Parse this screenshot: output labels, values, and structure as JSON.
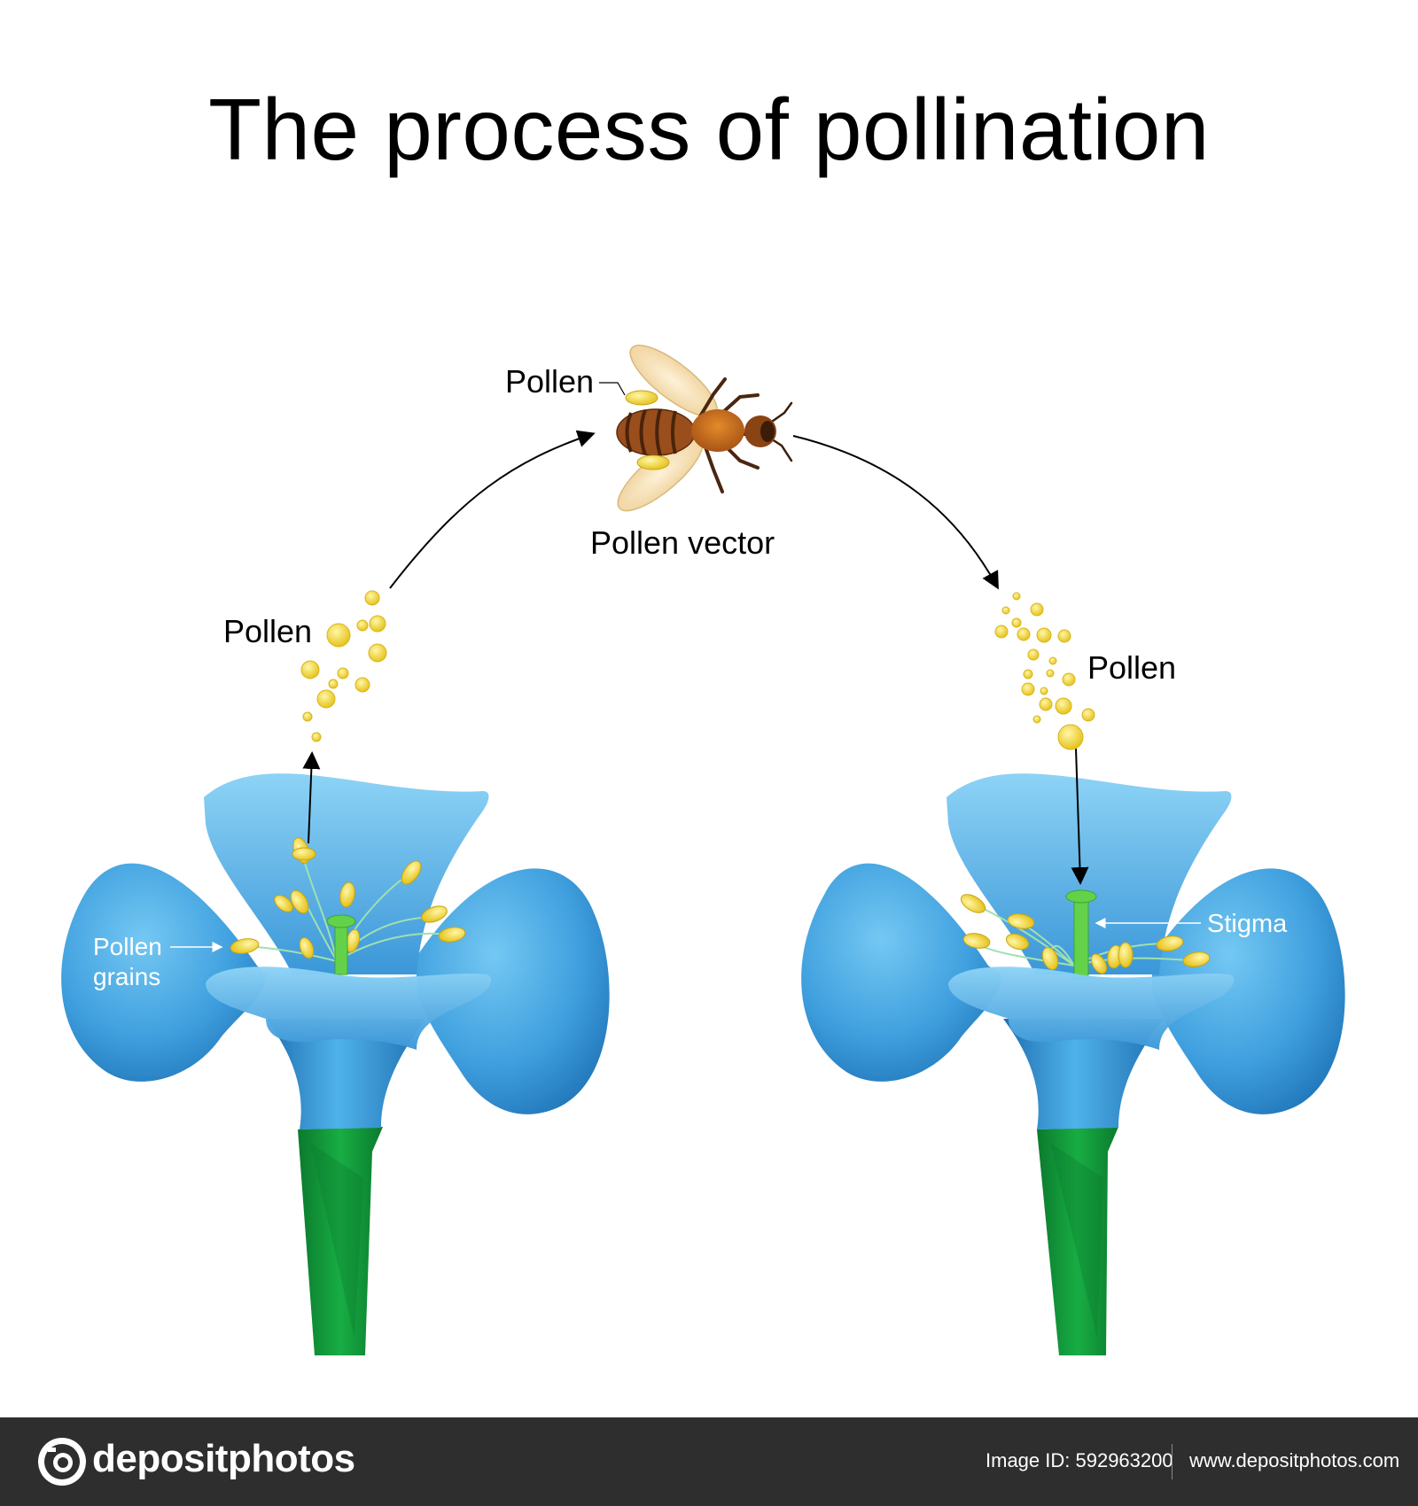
{
  "title": "The process of pollination",
  "labels": {
    "pollen_left": "Pollen",
    "pollen_bee": "Pollen",
    "pollen_vector": "Pollen vector",
    "pollen_right": "Pollen",
    "pollen_grains_line1": "Pollen",
    "pollen_grains_line2": "grains",
    "stigma": "Stigma"
  },
  "footer": {
    "brand": "depositphotos",
    "image_id": "Image ID: 592963200",
    "url": "www.depositphotos.com"
  },
  "colors": {
    "petal": "#3f9fde",
    "petal_light": "#6cc4f2",
    "petal_dark": "#1f74b8",
    "stem": "#15a23f",
    "stem_dark": "#0b7a2d",
    "pollen": "#f2d733",
    "stigma": "#63d24a",
    "bee_body": "#a0521d",
    "footer_bg": "#2e2e2e"
  }
}
